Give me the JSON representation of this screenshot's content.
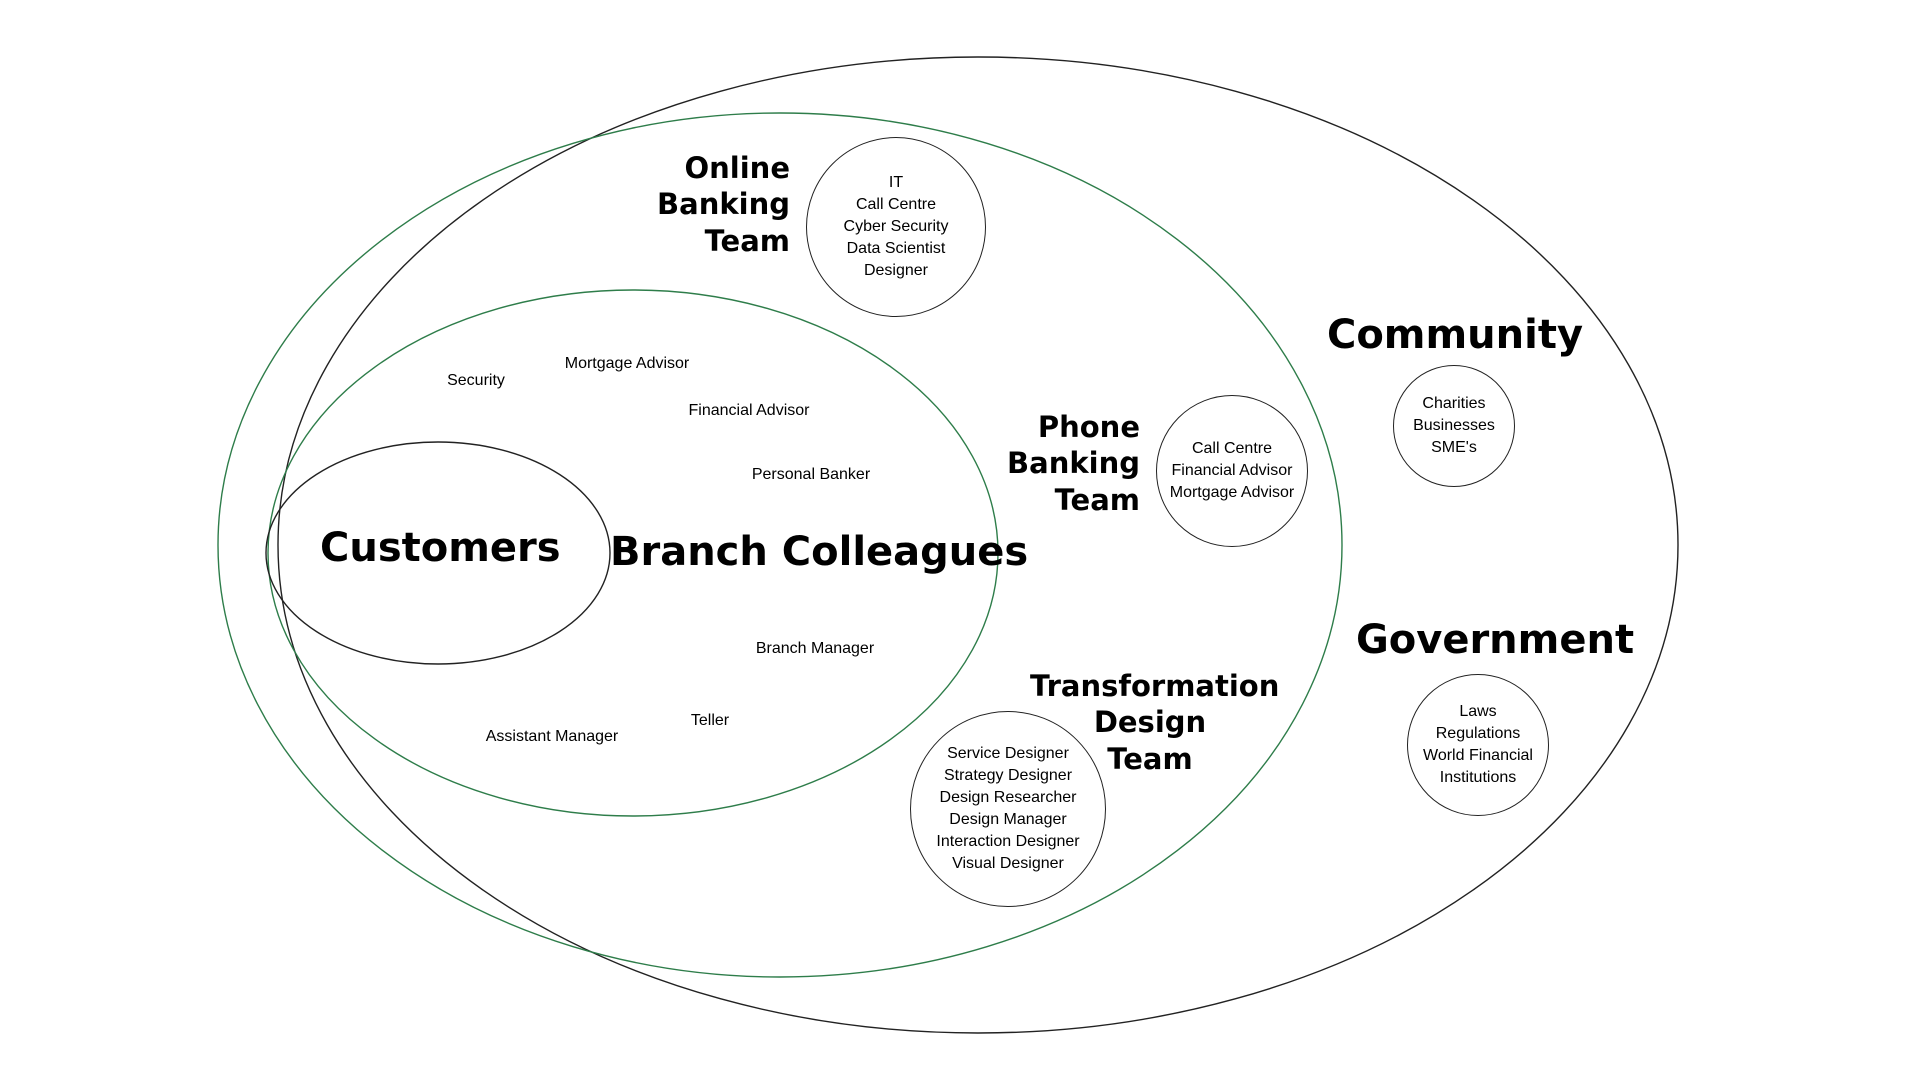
{
  "colors": {
    "outline_dark": "#222222",
    "outline_green": "#2e7d4a",
    "text": "#000000",
    "background": "#ffffff"
  },
  "groups": {
    "customers": {
      "title": "Customers"
    },
    "branch_colleagues": {
      "title": "Branch Colleagues",
      "roles": [
        "Security",
        "Mortgage Advisor",
        "Financial Advisor",
        "Personal Banker",
        "Branch Manager",
        "Teller",
        "Assistant Manager"
      ]
    },
    "online_banking": {
      "title_lines": [
        "Online",
        "Banking",
        "Team"
      ],
      "roles": [
        "IT",
        "Call Centre",
        "Cyber Security",
        "Data Scientist",
        "Designer"
      ]
    },
    "phone_banking": {
      "title_lines": [
        "Phone",
        "Banking",
        "Team"
      ],
      "roles": [
        "Call Centre",
        "Financial Advisor",
        "Mortgage Advisor"
      ]
    },
    "transformation_design": {
      "title_lines": [
        "Transformation",
        "Design",
        "Team"
      ],
      "roles": [
        "Service Designer",
        "Strategy Designer",
        "Design Researcher",
        "Design Manager",
        "Interaction Designer",
        "Visual Designer"
      ]
    },
    "community": {
      "title": "Community",
      "roles": [
        "Charities",
        "Businesses",
        "SME's"
      ]
    },
    "government": {
      "title": "Government",
      "roles": [
        "Laws",
        "Regulations",
        "World Financial",
        "Institutions"
      ]
    }
  }
}
